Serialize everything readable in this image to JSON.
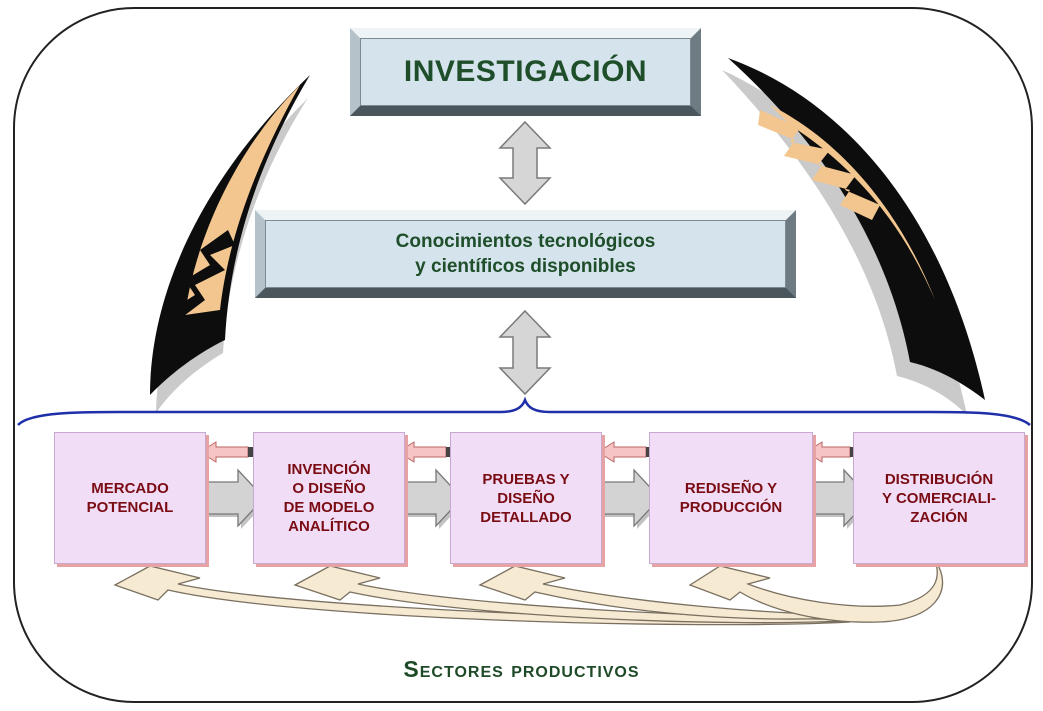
{
  "diagram": {
    "top_box": "INVESTIGACIÓN",
    "middle_box": {
      "line1": "Conocimientos tecnológicos",
      "line2": "y científicos disponibles"
    },
    "stages": [
      {
        "line1": "MERCADO",
        "line2": "POTENCIAL",
        "line3": "",
        "line4": ""
      },
      {
        "line1": "INVENCIÓN",
        "line2": "O DISEÑO",
        "line3": "DE MODELO",
        "line4": "ANALÍTICO"
      },
      {
        "line1": "PRUEBAS Y",
        "line2": "DISEÑO",
        "line3": "DETALLADO",
        "line4": ""
      },
      {
        "line1": "REDISEÑO Y",
        "line2": "PRODUCCIÓN",
        "line3": "",
        "line4": ""
      },
      {
        "line1": "DISTRIBUCIÓN",
        "line2": "Y COMERCIALI-",
        "line3": "ZACIÓN",
        "line4": ""
      }
    ],
    "footer": "Sectores productivos"
  },
  "colors": {
    "title_green": "#1e4e2a",
    "stage_text": "#7a0c14",
    "stage_fill": "#f1ddf5",
    "box_fill": "#d5e4ec",
    "brace_blue": "#1f2fa8",
    "feather_black": "#0d0d0d",
    "feather_tan": "#f2c68e"
  }
}
